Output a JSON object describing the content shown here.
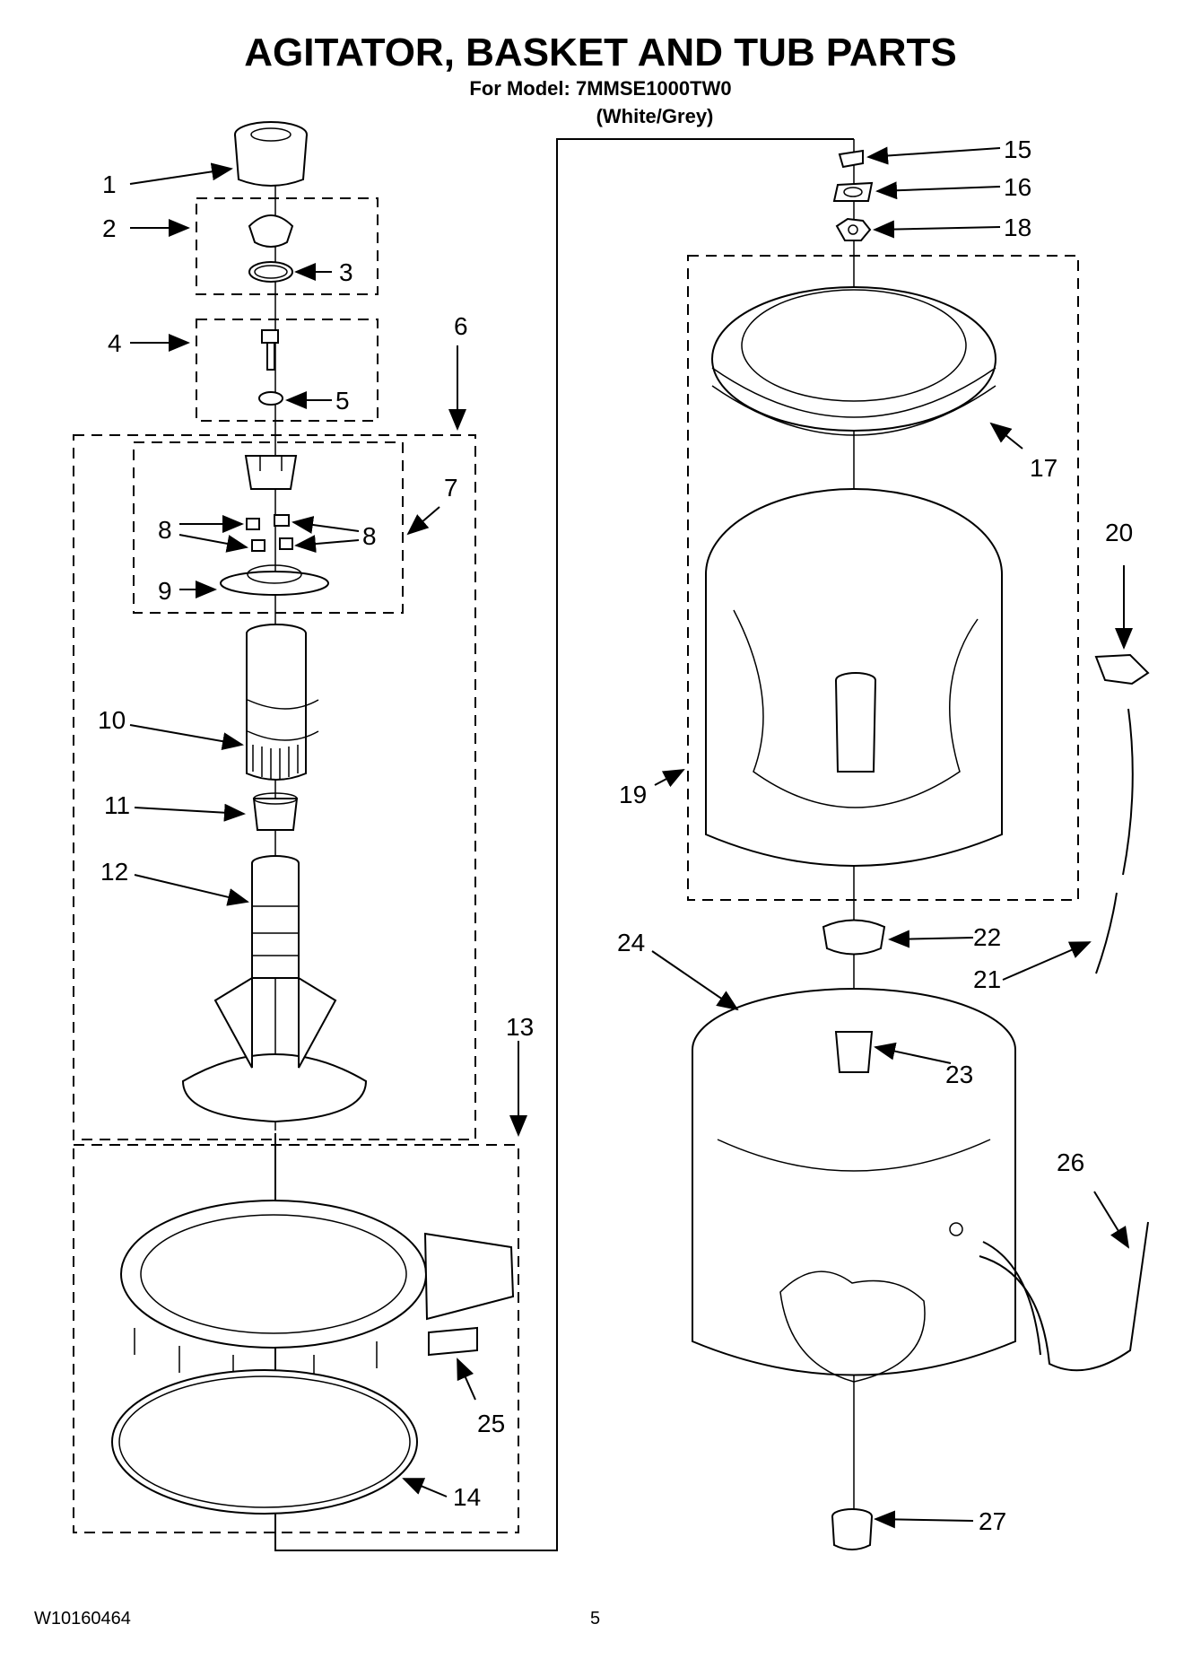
{
  "header": {
    "title": "AGITATOR, BASKET AND TUB PARTS",
    "subtitle": "For Model: 7MMSE1000TW0",
    "variant": "(White/Grey)"
  },
  "footer": {
    "document_number": "W10160464",
    "page_number": "5"
  },
  "callouts": [
    "1",
    "2",
    "3",
    "4",
    "5",
    "6",
    "7",
    "8",
    "8",
    "9",
    "10",
    "11",
    "12",
    "13",
    "14",
    "15",
    "16",
    "17",
    "18",
    "19",
    "20",
    "21",
    "22",
    "23",
    "24",
    "25",
    "26",
    "27"
  ]
}
